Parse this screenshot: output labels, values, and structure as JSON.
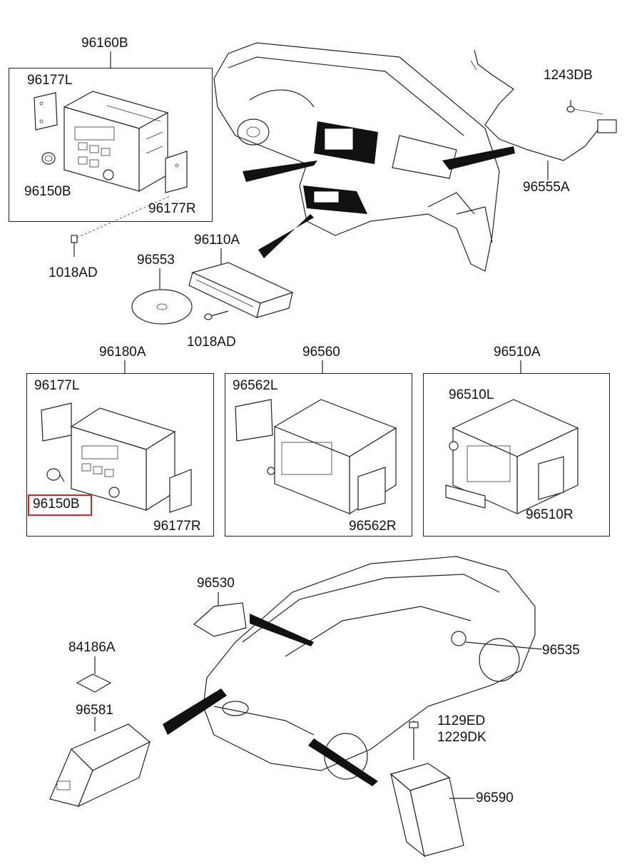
{
  "labels": {
    "unit_96160B": "96160B",
    "bracket_96177L_top": "96177L",
    "knob_96150B_top": "96150B",
    "bracket_96177R_top": "96177R",
    "screw_1018AD_top": "1018AD",
    "disc_96553": "96553",
    "cd_96110A": "96110A",
    "screw_1018AD_mid": "1018AD",
    "antenna_cable_1243DB": "1243DB",
    "cable_96555A": "96555A",
    "unit_96180A": "96180A",
    "bracket_96177L_bottom": "96177L",
    "knob_96150B_bottom": "96150B",
    "bracket_96177R_bottom": "96177R",
    "unit_96560": "96560",
    "bracket_96562L": "96562L",
    "bracket_96562R": "96562R",
    "unit_96510A": "96510A",
    "bracket_96510L": "96510L",
    "bracket_96510R": "96510R",
    "antenna_96530": "96530",
    "mic_96535": "96535",
    "pad_84186A": "84186A",
    "amp_96581": "96581",
    "screw_1129ED": "1129ED",
    "screw_1229DK": "1229DK",
    "module_96590": "96590"
  },
  "highlight": "96150B",
  "colors": {
    "highlight": "#e02020",
    "line": "#222222"
  }
}
